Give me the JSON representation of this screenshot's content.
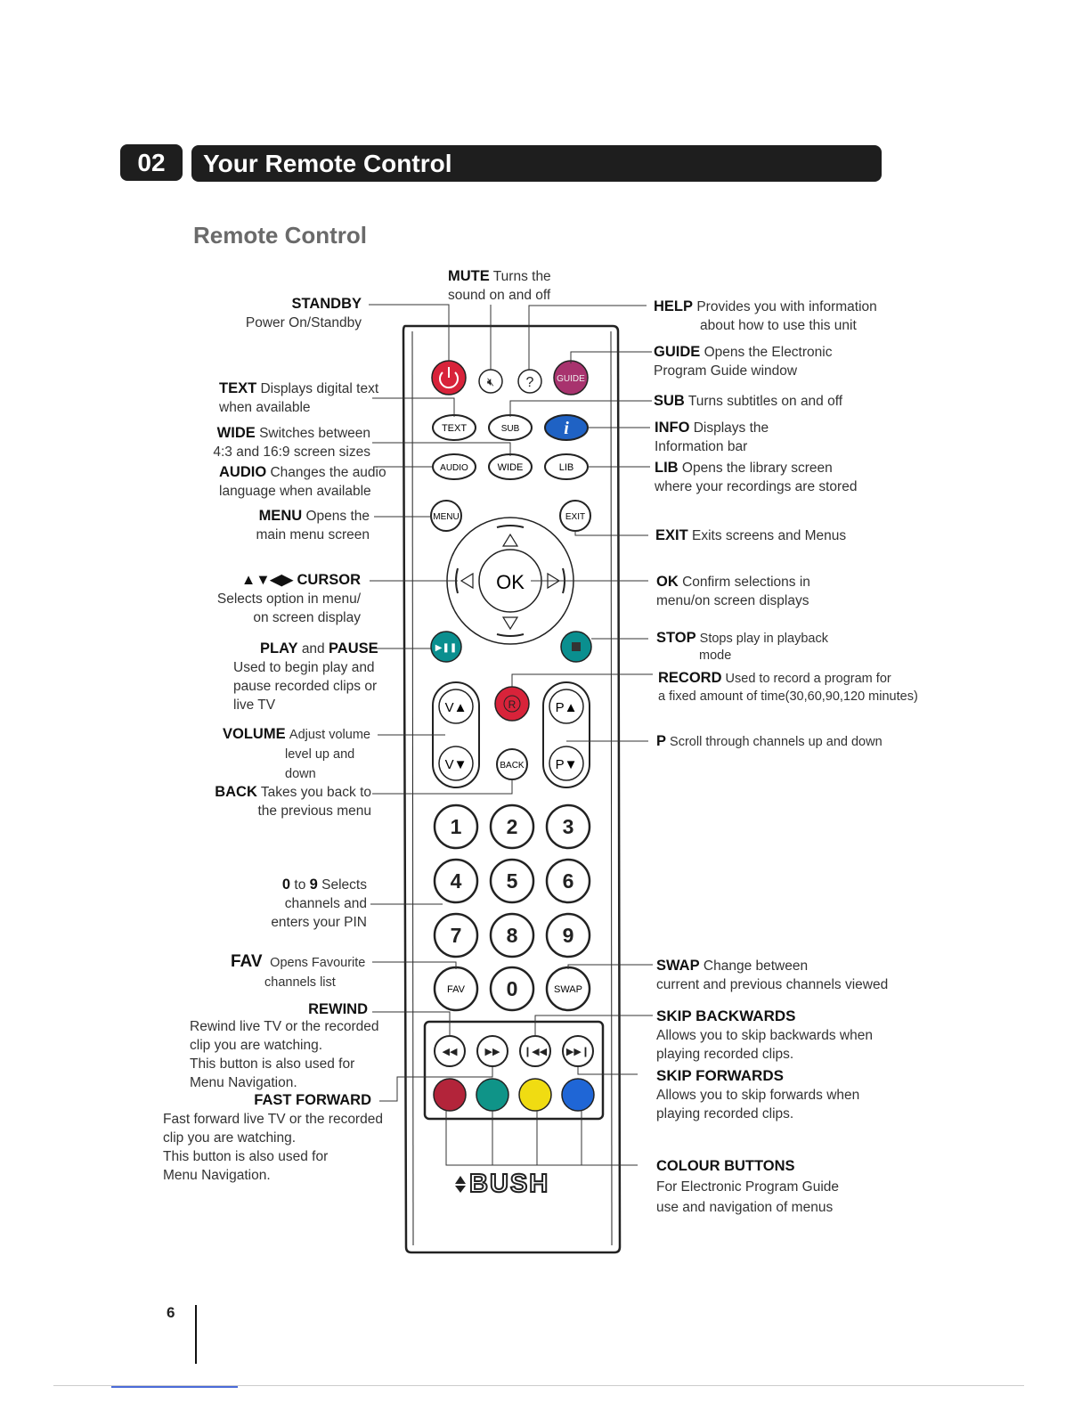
{
  "header": {
    "section_number": "02",
    "section_title": "Your Remote Control"
  },
  "page_title": "Remote Control",
  "page_number": "6",
  "labels": {
    "mute": {
      "key": "MUTE",
      "desc1": "Turns the",
      "desc2": "sound on and off"
    },
    "standby": {
      "key": "STANDBY",
      "desc": "Power On/Standby"
    },
    "text": {
      "key": "TEXT",
      "desc1": "Displays digital text",
      "desc2": "when available"
    },
    "wide": {
      "key": "WIDE",
      "desc1": "Switches between",
      "desc2": "4:3 and 16:9 screen sizes"
    },
    "audio": {
      "key": "AUDIO",
      "desc1": "Changes the audio",
      "desc2": "language when available"
    },
    "menu": {
      "key": "MENU",
      "desc1": "Opens the",
      "desc2": "main menu screen"
    },
    "cursor": {
      "key": "▲▼◀▶ CURSOR",
      "desc1": "Selects option in menu/",
      "desc2": "on screen display"
    },
    "play_pause": {
      "key1": "PLAY",
      "and": "and",
      "key2": "PAUSE",
      "desc1": "Used to begin play and",
      "desc2": "pause recorded clips or",
      "desc3": "live TV"
    },
    "volume": {
      "key": "VOLUME",
      "desc1": "Adjust volume",
      "desc2": "level up and",
      "desc3": "down"
    },
    "back": {
      "key": "BACK",
      "desc1": "Takes you back to",
      "desc2": "the previous menu"
    },
    "digits": {
      "key_a": "0",
      "to": "to",
      "key_b": "9",
      "desc1": "Selects",
      "desc2": "channels and",
      "desc3": "enters your PIN"
    },
    "fav": {
      "key": "FAV",
      "desc1": "Opens Favourite",
      "desc2": "channels list"
    },
    "rewind": {
      "key": "REWIND",
      "desc1": "Rewind live TV or the recorded",
      "desc2": "clip you are watching.",
      "desc3": "This button is also used for",
      "desc4": "Menu Navigation."
    },
    "fast_forward": {
      "key": "FAST FORWARD",
      "desc1": "Fast forward live TV or the recorded",
      "desc2": "clip you are watching.",
      "desc3": "This button is also used for",
      "desc4": "Menu Navigation."
    },
    "help": {
      "key": "HELP",
      "desc1": "Provides you with information",
      "desc2": "about how to use this unit"
    },
    "guide": {
      "key": "GUIDE",
      "desc1": "Opens the Electronic",
      "desc2": "Program Guide window"
    },
    "sub": {
      "key": "SUB",
      "desc": "Turns subtitles on and off"
    },
    "info": {
      "key": "INFO",
      "desc1": "Displays the",
      "desc2": "Information bar"
    },
    "lib": {
      "key": "LIB",
      "desc1": "Opens the library screen",
      "desc2": "where your recordings are stored"
    },
    "exit": {
      "key": "EXIT",
      "desc": "Exits screens and Menus"
    },
    "ok": {
      "key": "OK",
      "desc1": "Confirm selections in",
      "desc2": "menu/on screen displays"
    },
    "stop": {
      "key": "STOP",
      "desc1": "Stops play in playback",
      "desc2": "mode"
    },
    "record": {
      "key": "RECORD",
      "desc1": "Used to record a program for",
      "desc2": "a fixed amount of time(30,60,90,120 minutes)"
    },
    "p": {
      "key": "P",
      "desc": "Scroll through channels up and down"
    },
    "swap": {
      "key": "SWAP",
      "desc1": "Change between",
      "desc2": "current and previous channels viewed"
    },
    "skip_back": {
      "key": "SKIP BACKWARDS",
      "desc1": "Allows you to skip backwards when",
      "desc2": "playing recorded clips."
    },
    "skip_fwd": {
      "key": "SKIP FORWARDS",
      "desc1": "Allows you to skip forwards when",
      "desc2": "playing recorded clips."
    },
    "colour": {
      "key": "COLOUR BUTTONS",
      "desc1": "For Electronic Program Guide",
      "desc2": "use and navigation of menus"
    }
  },
  "remote": {
    "brand": "BUSH",
    "buttons": {
      "text": "TEXT",
      "sub": "SUB",
      "info": "i",
      "audio": "AUDIO",
      "wide": "WIDE",
      "lib": "LIB",
      "menu": "MENU",
      "exit": "EXIT",
      "guide": "GUIDE",
      "help": "?",
      "ok": "OK",
      "vol_up": "V▲",
      "vol_down": "V▼",
      "p_up": "P▲",
      "p_down": "P▼",
      "back": "BACK",
      "record": "R",
      "fav": "FAV",
      "swap": "SWAP",
      "digits": [
        "1",
        "2",
        "3",
        "4",
        "5",
        "6",
        "7",
        "8",
        "9",
        "0"
      ]
    },
    "colors": {
      "power": "#d8233a",
      "guide": "#a8336e",
      "info": "#1f62c4",
      "teal": "#0a8f8f",
      "red": "#b3243a",
      "green": "#0f9488",
      "yellow": "#f0dc12",
      "blue": "#1f66d6"
    }
  }
}
